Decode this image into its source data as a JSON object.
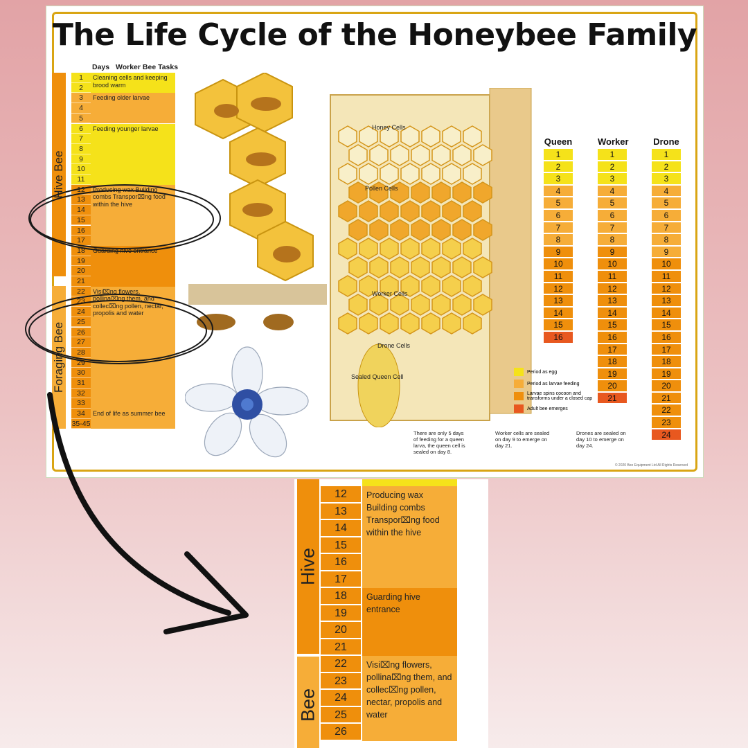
{
  "title": "The Life Cycle of the Honeybee Family",
  "table_headers": {
    "days": "Days",
    "tasks": "Worker Bee Tasks"
  },
  "side_labels": {
    "hive": "Hive Bee",
    "foraging": "Foraging Bee"
  },
  "worker_days": [
    "1",
    "2",
    "3",
    "4",
    "5",
    "6",
    "7",
    "8",
    "9",
    "10",
    "11",
    "12",
    "13",
    "14",
    "15",
    "16",
    "17",
    "18",
    "19",
    "20",
    "21",
    "22",
    "23",
    "24",
    "25",
    "26",
    "27",
    "28",
    "29",
    "30",
    "31",
    "32",
    "33",
    "34",
    "35-45"
  ],
  "day_colors": [
    "yel",
    "yel",
    "lor",
    "lor",
    "lor",
    "yel",
    "yel",
    "yel",
    "yel",
    "yel",
    "yel",
    "dor",
    "dor",
    "dor",
    "dor",
    "dor",
    "dor",
    "dor",
    "dor",
    "dor",
    "dor",
    "dor",
    "dor",
    "dor",
    "dor",
    "dor",
    "dor",
    "dor",
    "dor",
    "dor",
    "dor",
    "dor",
    "dor",
    "dor",
    "dor"
  ],
  "tasks": [
    {
      "text": "Cleaning cells and keeping brood warm",
      "start": 0,
      "span": 2,
      "color": "yel"
    },
    {
      "text": "Feeding older larvae",
      "start": 2,
      "span": 3,
      "color": "lor"
    },
    {
      "text": "Feeding younger larvae",
      "start": 5,
      "span": 6,
      "color": "yel"
    },
    {
      "text": "Producing wax Building combs Transpor⌧ng food within the hive",
      "start": 11,
      "span": 6,
      "color": "lor"
    },
    {
      "text": "Guarding hive entrance",
      "start": 17,
      "span": 4,
      "color": "dor"
    },
    {
      "text": "Visi⌧ng flowers, pollina⌧ng them, and collec⌧ng pollen, nectar, propolis and water",
      "start": 21,
      "span": 12,
      "color": "lor"
    },
    {
      "text": "End of life as summer bee",
      "start": 33,
      "span": 2,
      "color": "lor"
    }
  ],
  "cell_labels": [
    "Honey Cells",
    "Pollen Cells",
    "Worker Cells",
    "Drone Cells",
    "Sealed Queen Cell"
  ],
  "castes": [
    {
      "name": "Queen",
      "days": [
        "1",
        "2",
        "3",
        "4",
        "5",
        "6",
        "7",
        "8",
        "9",
        "10",
        "11",
        "12",
        "13",
        "14",
        "15",
        "16"
      ],
      "colors": [
        "yel",
        "yel",
        "yel",
        "lor",
        "lor",
        "lor",
        "lor",
        "lor",
        "dor",
        "dor",
        "dor",
        "dor",
        "dor",
        "dor",
        "dor",
        "red"
      ]
    },
    {
      "name": "Worker",
      "days": [
        "1",
        "2",
        "3",
        "4",
        "5",
        "6",
        "7",
        "8",
        "9",
        "10",
        "11",
        "12",
        "13",
        "14",
        "15",
        "16",
        "17",
        "18",
        "19",
        "20",
        "21"
      ],
      "colors": [
        "yel",
        "yel",
        "yel",
        "lor",
        "lor",
        "lor",
        "lor",
        "lor",
        "dor",
        "dor",
        "dor",
        "dor",
        "dor",
        "dor",
        "dor",
        "dor",
        "dor",
        "dor",
        "dor",
        "dor",
        "red"
      ]
    },
    {
      "name": "Drone",
      "days": [
        "1",
        "2",
        "3",
        "4",
        "5",
        "6",
        "7",
        "8",
        "9",
        "10",
        "11",
        "12",
        "13",
        "14",
        "15",
        "16",
        "17",
        "18",
        "19",
        "20",
        "21",
        "22",
        "23",
        "24"
      ],
      "colors": [
        "yel",
        "yel",
        "yel",
        "lor",
        "lor",
        "lor",
        "lor",
        "lor",
        "lor",
        "dor",
        "dor",
        "dor",
        "dor",
        "dor",
        "dor",
        "dor",
        "dor",
        "dor",
        "dor",
        "dor",
        "dor",
        "dor",
        "dor",
        "red"
      ]
    }
  ],
  "legend": [
    {
      "label": "Period as egg",
      "color": "#f5e21a"
    },
    {
      "label": "Period as larvae feeding",
      "color": "#f6ad38"
    },
    {
      "label": "Larvae spins cocoon and transforms under a closed cap",
      "color": "#ef8f0c"
    },
    {
      "label": "Adult bee emerges",
      "color": "#e8581f"
    }
  ],
  "notes": [
    "There are only 5 days of feeding for a queen larva, the queen cell is sealed on day 8.",
    "Worker cells are sealed on day 9 to emerge on day 21.",
    "Drones are sealed on day 10 to emerge on day 24."
  ],
  "copyright": "© 2020 Bee Equipment Ltd All Rights Reserved",
  "zoom": {
    "side_top": "Hive",
    "side_bottom": "Bee",
    "days": [
      "12",
      "13",
      "14",
      "15",
      "16",
      "17",
      "18",
      "19",
      "20",
      "21",
      "22",
      "23",
      "24",
      "25",
      "26"
    ],
    "tasks": [
      "Producing wax Building combs Transpor⌧ng food within the hive",
      "Guarding hive entrance",
      "Visi⌧ng flowers, pollina⌧ng them, and collec⌧ng pollen, nectar, propolis and water"
    ]
  },
  "colors": {
    "yel": "#f5e21a",
    "lor": "#f6ad38",
    "dor": "#ef8f0c",
    "red": "#e8581f",
    "frame": "#d9a514"
  }
}
